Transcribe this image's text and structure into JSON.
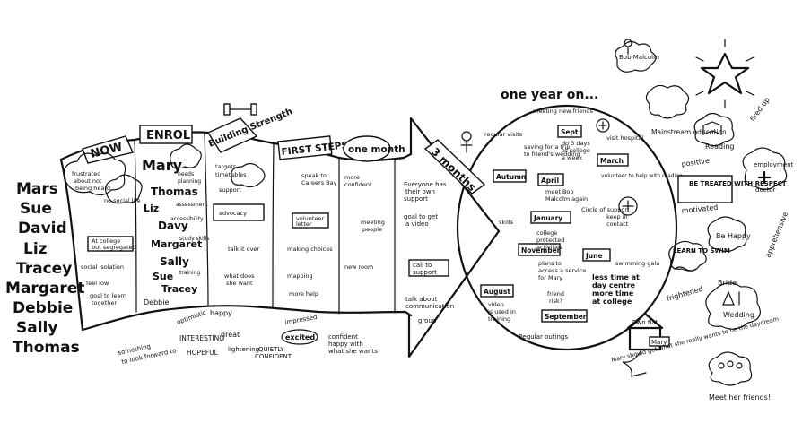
{
  "names": [
    "Mars",
    "Sue",
    "David",
    "Liz",
    "Tracey",
    "Margaret",
    "Debbie",
    "Sally",
    "Thomas"
  ],
  "stages": {
    "now": "NOW",
    "enrol": "ENROL",
    "building": "Building Strength",
    "first_steps": "FIRST STEPS",
    "one_month": "one month",
    "three_months": "3 months",
    "one_year": "one year on..."
  },
  "enrol_names": [
    "Mary",
    "Thomas",
    "Liz",
    "Davy",
    "Margaret",
    "Sally",
    "Sue",
    "Tracey",
    "Debbie"
  ],
  "column_notes": {
    "now": [
      "frustrated",
      "about not",
      "being heard",
      "no social life",
      "At college",
      "but segregated",
      "social isolation",
      "feel low",
      "goal to learn",
      "together"
    ],
    "enrol": [
      "needs",
      "planning",
      "assessment",
      "accessibility",
      "study skills",
      "training"
    ],
    "building": [
      "targets",
      "timetables",
      "support",
      "advocacy",
      "talk it over",
      "what does",
      "she want"
    ],
    "first_steps": [
      "speak to",
      "Careers Bay",
      "volunteer",
      "letter",
      "making choices",
      "mapping",
      "more help"
    ],
    "one_month": [
      "more",
      "confident",
      "meeting",
      "people",
      "new room"
    ],
    "three_months": [
      "Everyone has",
      "their own",
      "support",
      "goal to get",
      "a video",
      "call to",
      "support",
      "talk about",
      "communication",
      "group"
    ]
  },
  "year_notes": {
    "months": [
      "Autumn",
      "Sept",
      "January",
      "April",
      "March",
      "November",
      "June",
      "August",
      "September"
    ],
    "items": [
      "meeting new friends",
      "regular visits",
      "saving for a trip",
      "to friend's wedding",
      "do 3 days",
      "at college",
      "a week",
      "visit hospital",
      "volunteer to help with reading",
      "meet Bob",
      "Malcolm again",
      "Circle of support",
      "college",
      "protected",
      "activities",
      "keep in",
      "contact",
      "plans to",
      "access a service",
      "for Mary",
      "friend",
      "risk?",
      "swimming gala",
      "less time at",
      "day centre",
      "more time",
      "at college",
      "skills",
      "video",
      "is used in",
      "training",
      "Regular outings"
    ]
  },
  "feelings": [
    "something",
    "to look forward to",
    "optimistic",
    "happy",
    "INTERESTING",
    "great",
    "HOPEFUL",
    "lightening",
    "QUIETLY",
    "CONFIDENT",
    "impressed",
    "excited",
    "confident",
    "happy with",
    "what she wants"
  ],
  "right_side": {
    "bob": "Bob Malcolm",
    "mainstream": "Mainstream education",
    "reading": "Reading",
    "fired_up": "fired up",
    "positive": "positive",
    "employment": "employment",
    "doctor": "doctor",
    "respect": "BE TREATED WITH RESPECT",
    "motivated": "motivated",
    "be_happy": "Be Happy",
    "apprehensive": "apprehensive",
    "learn_swim": "LEARN TO SWIM",
    "frightened": "frightened",
    "bride": "Bride",
    "wedding": "Wedding",
    "own_flat": "Own flat",
    "mary": "Mary",
    "mary_wish": "Mary should get what she really wants to be the daydream",
    "meet_friends": "Meet her friends!"
  },
  "colors": {
    "ink": "#111111",
    "paper": "#ffffff"
  }
}
